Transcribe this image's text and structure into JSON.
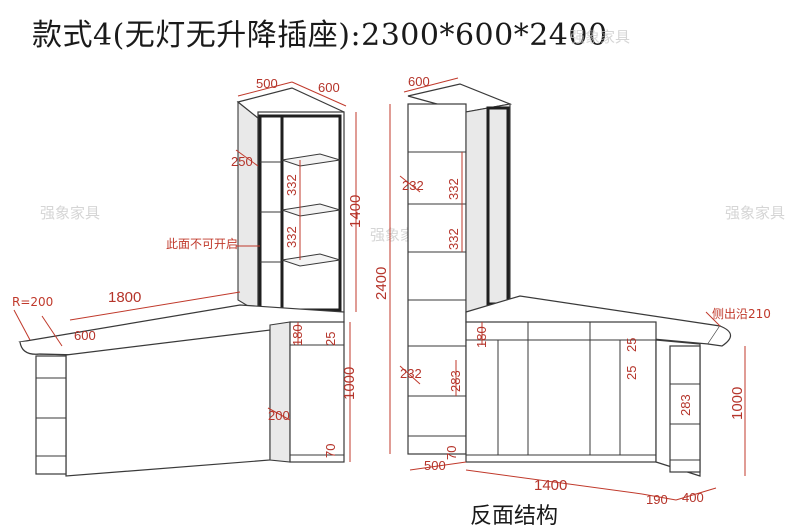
{
  "title": "款式4(无灯无升降插座):2300*600*2400",
  "caption": "反面结构",
  "watermark": "强象家具",
  "notes": {
    "no_open": "此面不可开启",
    "side_edge": "侧出沿210",
    "radius": "R=200"
  },
  "dims": {
    "left_top_depth": "500",
    "left_top_width": "600",
    "left_250": "250",
    "left_332a": "332",
    "left_332b": "332",
    "left_1400": "1400",
    "left_1800": "1800",
    "left_600": "600",
    "left_180": "180",
    "left_25": "25",
    "left_1000": "1000",
    "left_200": "200",
    "left_70": "70",
    "right_top_600": "600",
    "right_232a": "232",
    "right_332a": "332",
    "right_332b": "332",
    "right_2400": "2400",
    "right_180": "180",
    "right_25a": "25",
    "right_25b": "25",
    "right_232b": "232",
    "right_283a": "283",
    "right_283b": "283",
    "right_1000": "1000",
    "right_500": "500",
    "right_70": "70",
    "right_1400": "1400",
    "right_190": "190",
    "right_400": "400"
  },
  "colors": {
    "dimension": "#c0392b",
    "frame": "#1f1f1f",
    "line": "#3a3a3a"
  }
}
